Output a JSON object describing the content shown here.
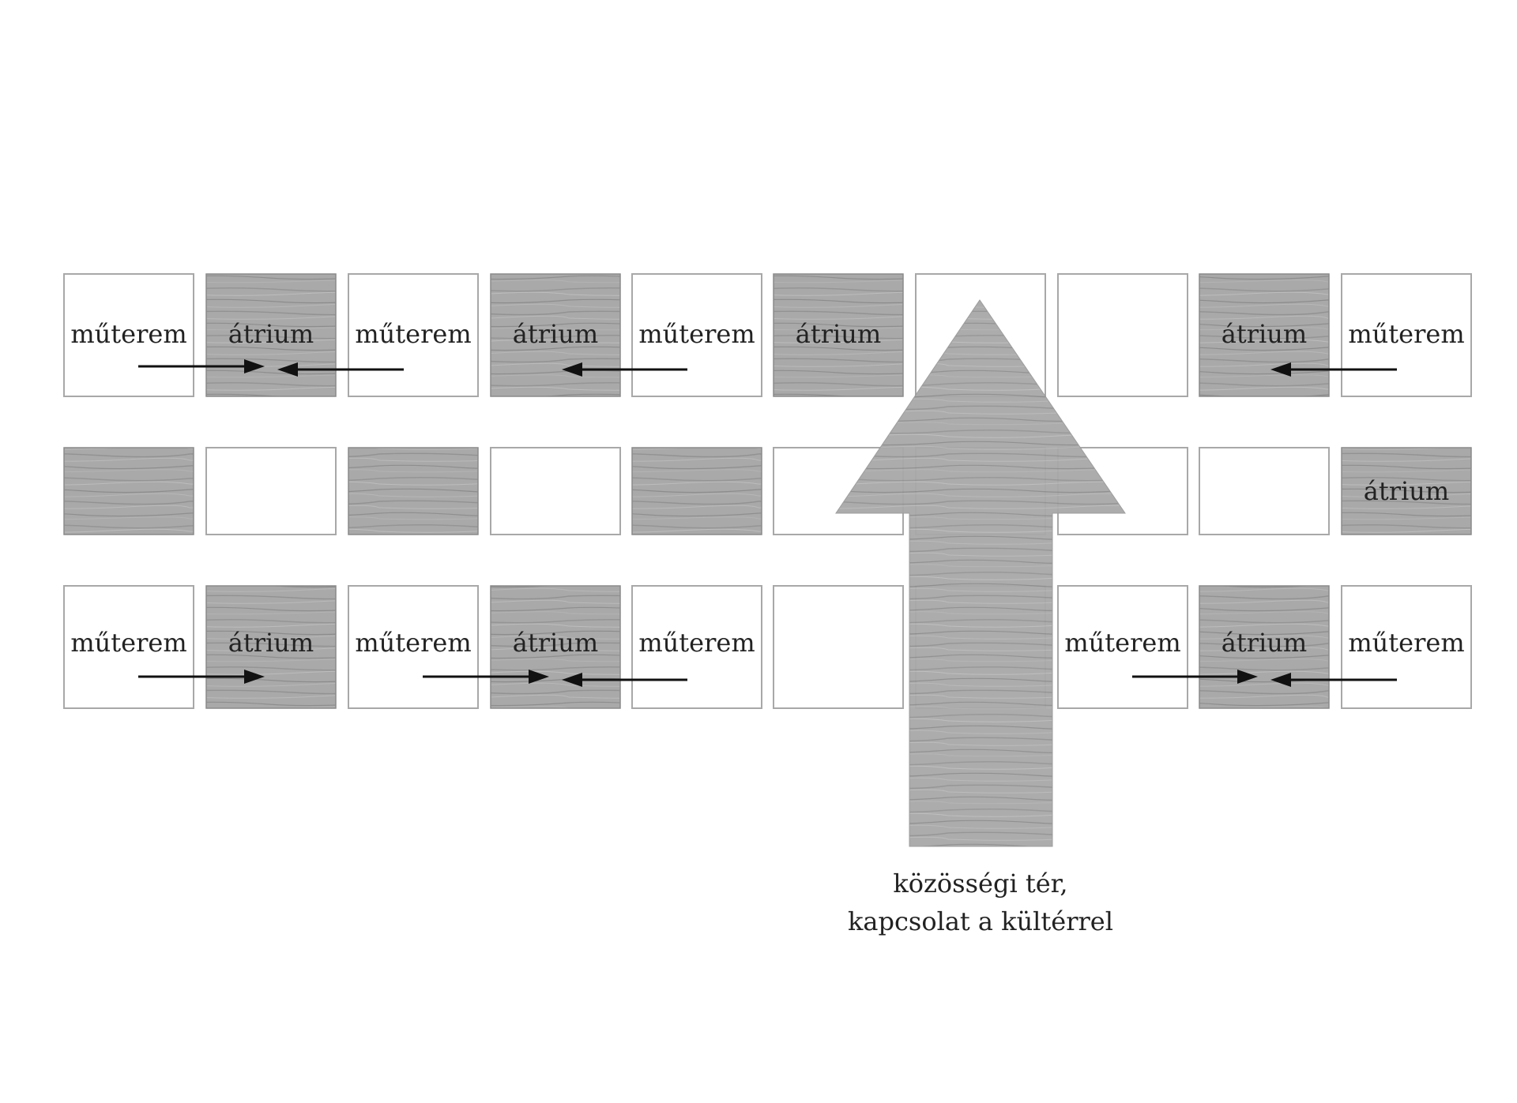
{
  "colors": {
    "wood_base": "#a9a9a9",
    "wood_grain": "#8c8c8c",
    "cell_stroke": "#a8a8a8",
    "arrow": "#111111"
  },
  "rows": [
    [
      {
        "kind": "light",
        "label": "műterem"
      },
      {
        "kind": "dark",
        "label": "átrium"
      },
      {
        "kind": "light",
        "label": "műterem"
      },
      {
        "kind": "dark",
        "label": "átrium"
      },
      {
        "kind": "light",
        "label": "műterem"
      },
      {
        "kind": "dark",
        "label": "átrium"
      },
      {
        "kind": "light",
        "label": ""
      },
      {
        "kind": "light",
        "label": ""
      },
      {
        "kind": "dark",
        "label": "átrium"
      },
      {
        "kind": "light",
        "label": "műterem"
      }
    ],
    [
      {
        "kind": "dark",
        "label": ""
      },
      {
        "kind": "light",
        "label": ""
      },
      {
        "kind": "dark",
        "label": ""
      },
      {
        "kind": "light",
        "label": ""
      },
      {
        "kind": "dark",
        "label": ""
      },
      {
        "kind": "light",
        "label": ""
      },
      {
        "kind": "light",
        "label": ""
      },
      {
        "kind": "light",
        "label": ""
      },
      {
        "kind": "light",
        "label": ""
      },
      {
        "kind": "dark",
        "label": "átrium"
      }
    ],
    [
      {
        "kind": "light",
        "label": "műterem"
      },
      {
        "kind": "dark",
        "label": "átrium"
      },
      {
        "kind": "light",
        "label": "műterem"
      },
      {
        "kind": "dark",
        "label": "átrium"
      },
      {
        "kind": "light",
        "label": "műterem"
      },
      {
        "kind": "light",
        "label": ""
      },
      {
        "kind": "light",
        "label": ""
      },
      {
        "kind": "light",
        "label": "műterem"
      },
      {
        "kind": "dark",
        "label": "átrium"
      },
      {
        "kind": "light",
        "label": "műterem"
      }
    ]
  ],
  "flows": [
    {
      "row": 0,
      "from": 0,
      "to": 1
    },
    {
      "row": 0,
      "from": 2,
      "to": 1
    },
    {
      "row": 0,
      "from": 4,
      "to": 3
    },
    {
      "row": 0,
      "from": 9,
      "to": 8
    },
    {
      "row": 2,
      "from": 0,
      "to": 1
    },
    {
      "row": 2,
      "from": 2,
      "to": 3
    },
    {
      "row": 2,
      "from": 4,
      "to": 3
    },
    {
      "row": 2,
      "from": 7,
      "to": 8
    },
    {
      "row": 2,
      "from": 9,
      "to": 8
    }
  ],
  "caption": {
    "line1": "közösségi tér,",
    "line2": "kapcsolat a kültérrel"
  }
}
